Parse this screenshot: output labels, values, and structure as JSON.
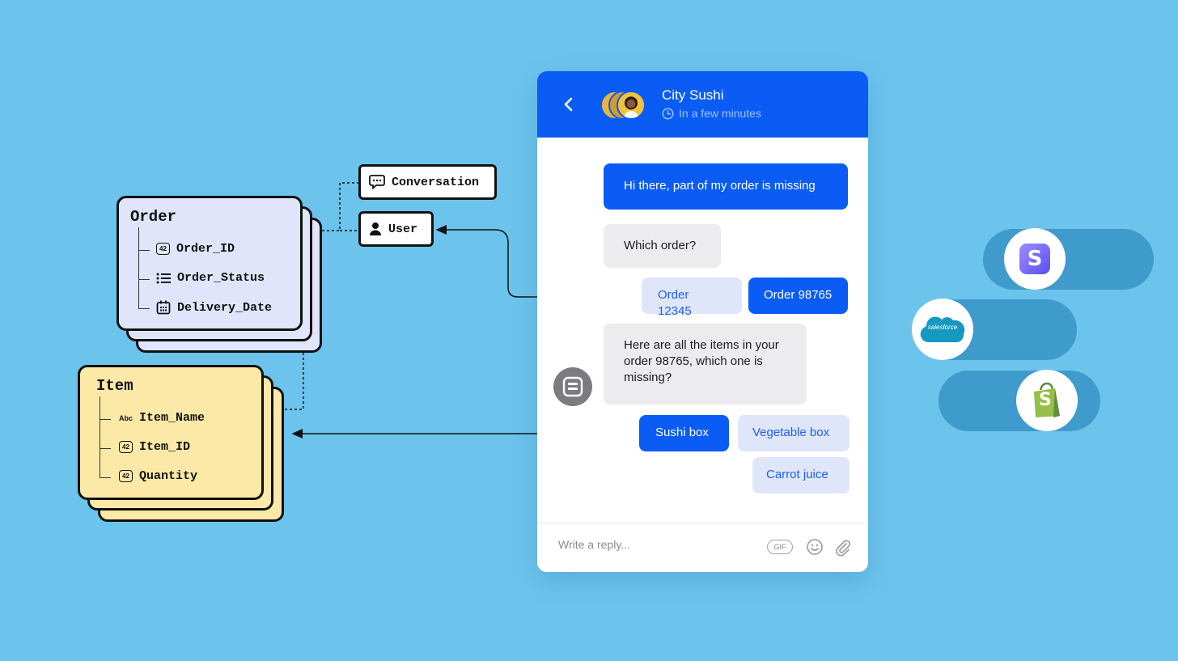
{
  "chat": {
    "title": "City Sushi",
    "subtitle": "In a few minutes",
    "messages": {
      "user1": "Hi there, part of my order is missing",
      "bot1": "Which order?",
      "bot2": "Here are all the items in your order 98765, which one is missing?"
    },
    "order_options": [
      "Order 12345",
      "Order 98765"
    ],
    "item_options": [
      "Sushi box",
      "Vegetable box",
      "Carrot juice"
    ],
    "composer": {
      "placeholder": "Write a reply...",
      "gif_label": "GIF"
    }
  },
  "entities": {
    "order": {
      "title": "Order",
      "fields": [
        "Order_ID",
        "Order_Status",
        "Delivery_Date"
      ]
    },
    "item": {
      "title": "Item",
      "fields": [
        "Item_Name",
        "Item_ID",
        "Quantity"
      ]
    },
    "conversation": "Conversation",
    "user": "User"
  },
  "field_badges": {
    "number": "42",
    "text": "Abc"
  },
  "integrations": {
    "stripe_letter": "S",
    "salesforce_label": "salesforce",
    "shopify_letter": "S"
  },
  "colors": {
    "background": "#6cc3ec",
    "primary": "#0a5cf5",
    "order_card": "#e1e5fb",
    "item_card": "#fde9a7"
  },
  "icons": [
    "chevron-left-icon",
    "clock-icon",
    "chat-bubble-icon",
    "user-icon",
    "list-icon",
    "calendar-icon",
    "bot-icon",
    "emoji-icon",
    "paperclip-icon",
    "stripe-logo",
    "salesforce-logo",
    "shopify-logo"
  ]
}
